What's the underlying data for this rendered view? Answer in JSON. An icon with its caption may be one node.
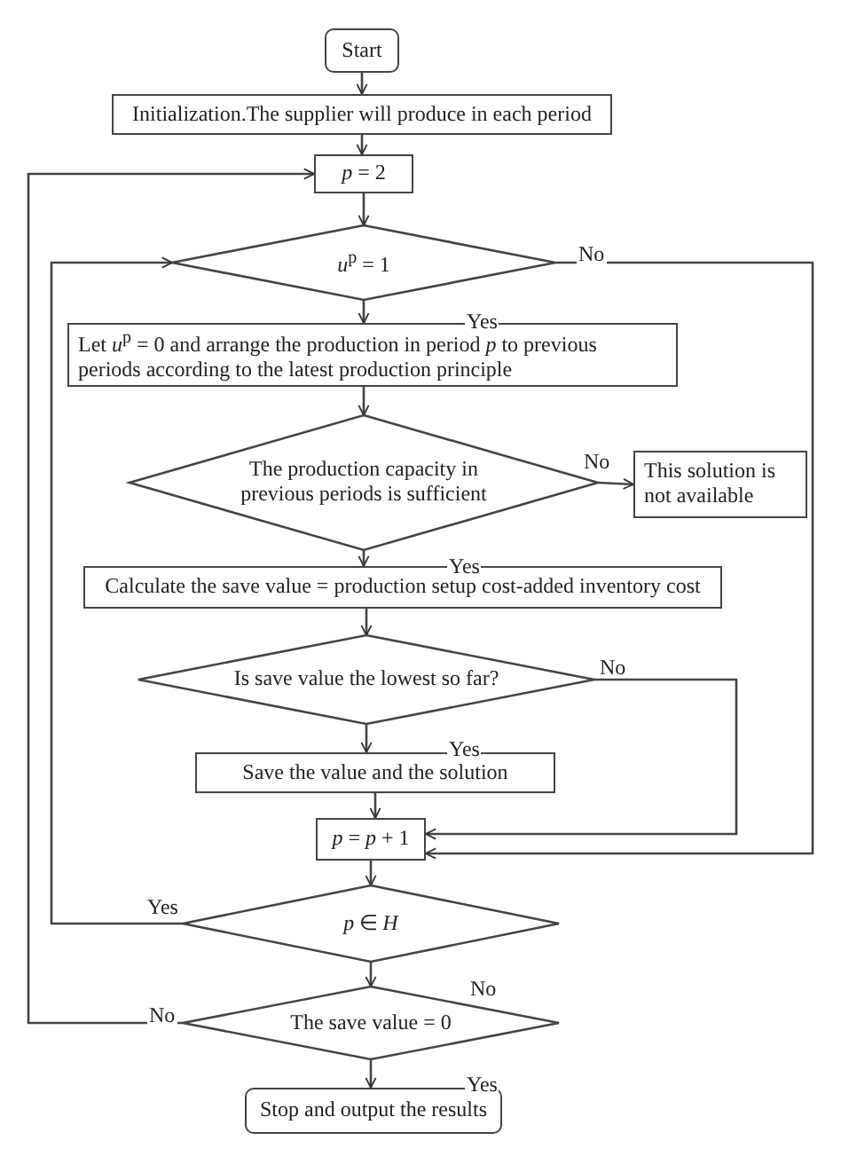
{
  "diagram": {
    "nodes": [
      {
        "text": [
          "Start"
        ]
      },
      {
        "text": [
          "Initialization.The supplier will produce in each period"
        ]
      },
      {
        "text": [
          "*p* = 2"
        ]
      },
      {
        "text": [
          "*u*$^{p}$ = 1"
        ]
      },
      {
        "text": [
          "Let *u*$^{p}$ = 0 and arrange the production in period *p* to previous periods according to the latest production principle"
        ]
      },
      {
        "text": [
          "The production capacity in previous periods is sufficient"
        ]
      },
      {
        "text": [
          "This solution is not available"
        ]
      },
      {
        "text": [
          "Calculate the save value = production setup cost-added inventory cost"
        ]
      },
      {
        "text": [
          "Is save value the lowest so far?"
        ]
      },
      {
        "text": [
          "Save the value and the solution"
        ]
      },
      {
        "text": [
          "*p* = *p* + 1"
        ]
      },
      {
        "text": [
          "*p* ∈ *H*"
        ]
      },
      {
        "text": [
          "The save value = 0"
        ]
      },
      {
        "text": [
          "Stop and output the results"
        ]
      }
    ],
    "edges": [
      {
        "from": 0,
        "to": 1,
        "arrow": "to"
      },
      {
        "from": 1,
        "to": 2,
        "arrow": "to"
      },
      {
        "from": 2,
        "to": 3,
        "arrow": "to"
      },
      {
        "from": 3,
        "to": 4,
        "arrow": "to",
        "label": "Yes"
      },
      {
        "from": 3,
        "to": 10,
        "arrow": "to",
        "label": "No"
      },
      {
        "from": 4,
        "to": 5,
        "arrow": "to"
      },
      {
        "from": 5,
        "to": 6,
        "arrow": "to",
        "label": "No"
      },
      {
        "from": 5,
        "to": 7,
        "arrow": "to",
        "label": "Yes"
      },
      {
        "from": 7,
        "to": 8,
        "arrow": "to"
      },
      {
        "from": 8,
        "to": 9,
        "arrow": "to",
        "label": "Yes"
      },
      {
        "from": 8,
        "to": 10,
        "arrow": "to",
        "label": "No"
      },
      {
        "from": 9,
        "to": 10,
        "arrow": "to"
      },
      {
        "from": 10,
        "to": 11,
        "arrow": "to"
      },
      {
        "from": 11,
        "to": 3,
        "arrow": "to",
        "label": "Yes"
      },
      {
        "from": 11,
        "to": 12,
        "arrow": "to",
        "label": "No"
      },
      {
        "from": 12,
        "to": 2,
        "arrow": "to",
        "label": "No"
      },
      {
        "from": 12,
        "to": 13,
        "arrow": "to",
        "label": "Yes"
      }
    ]
  }
}
